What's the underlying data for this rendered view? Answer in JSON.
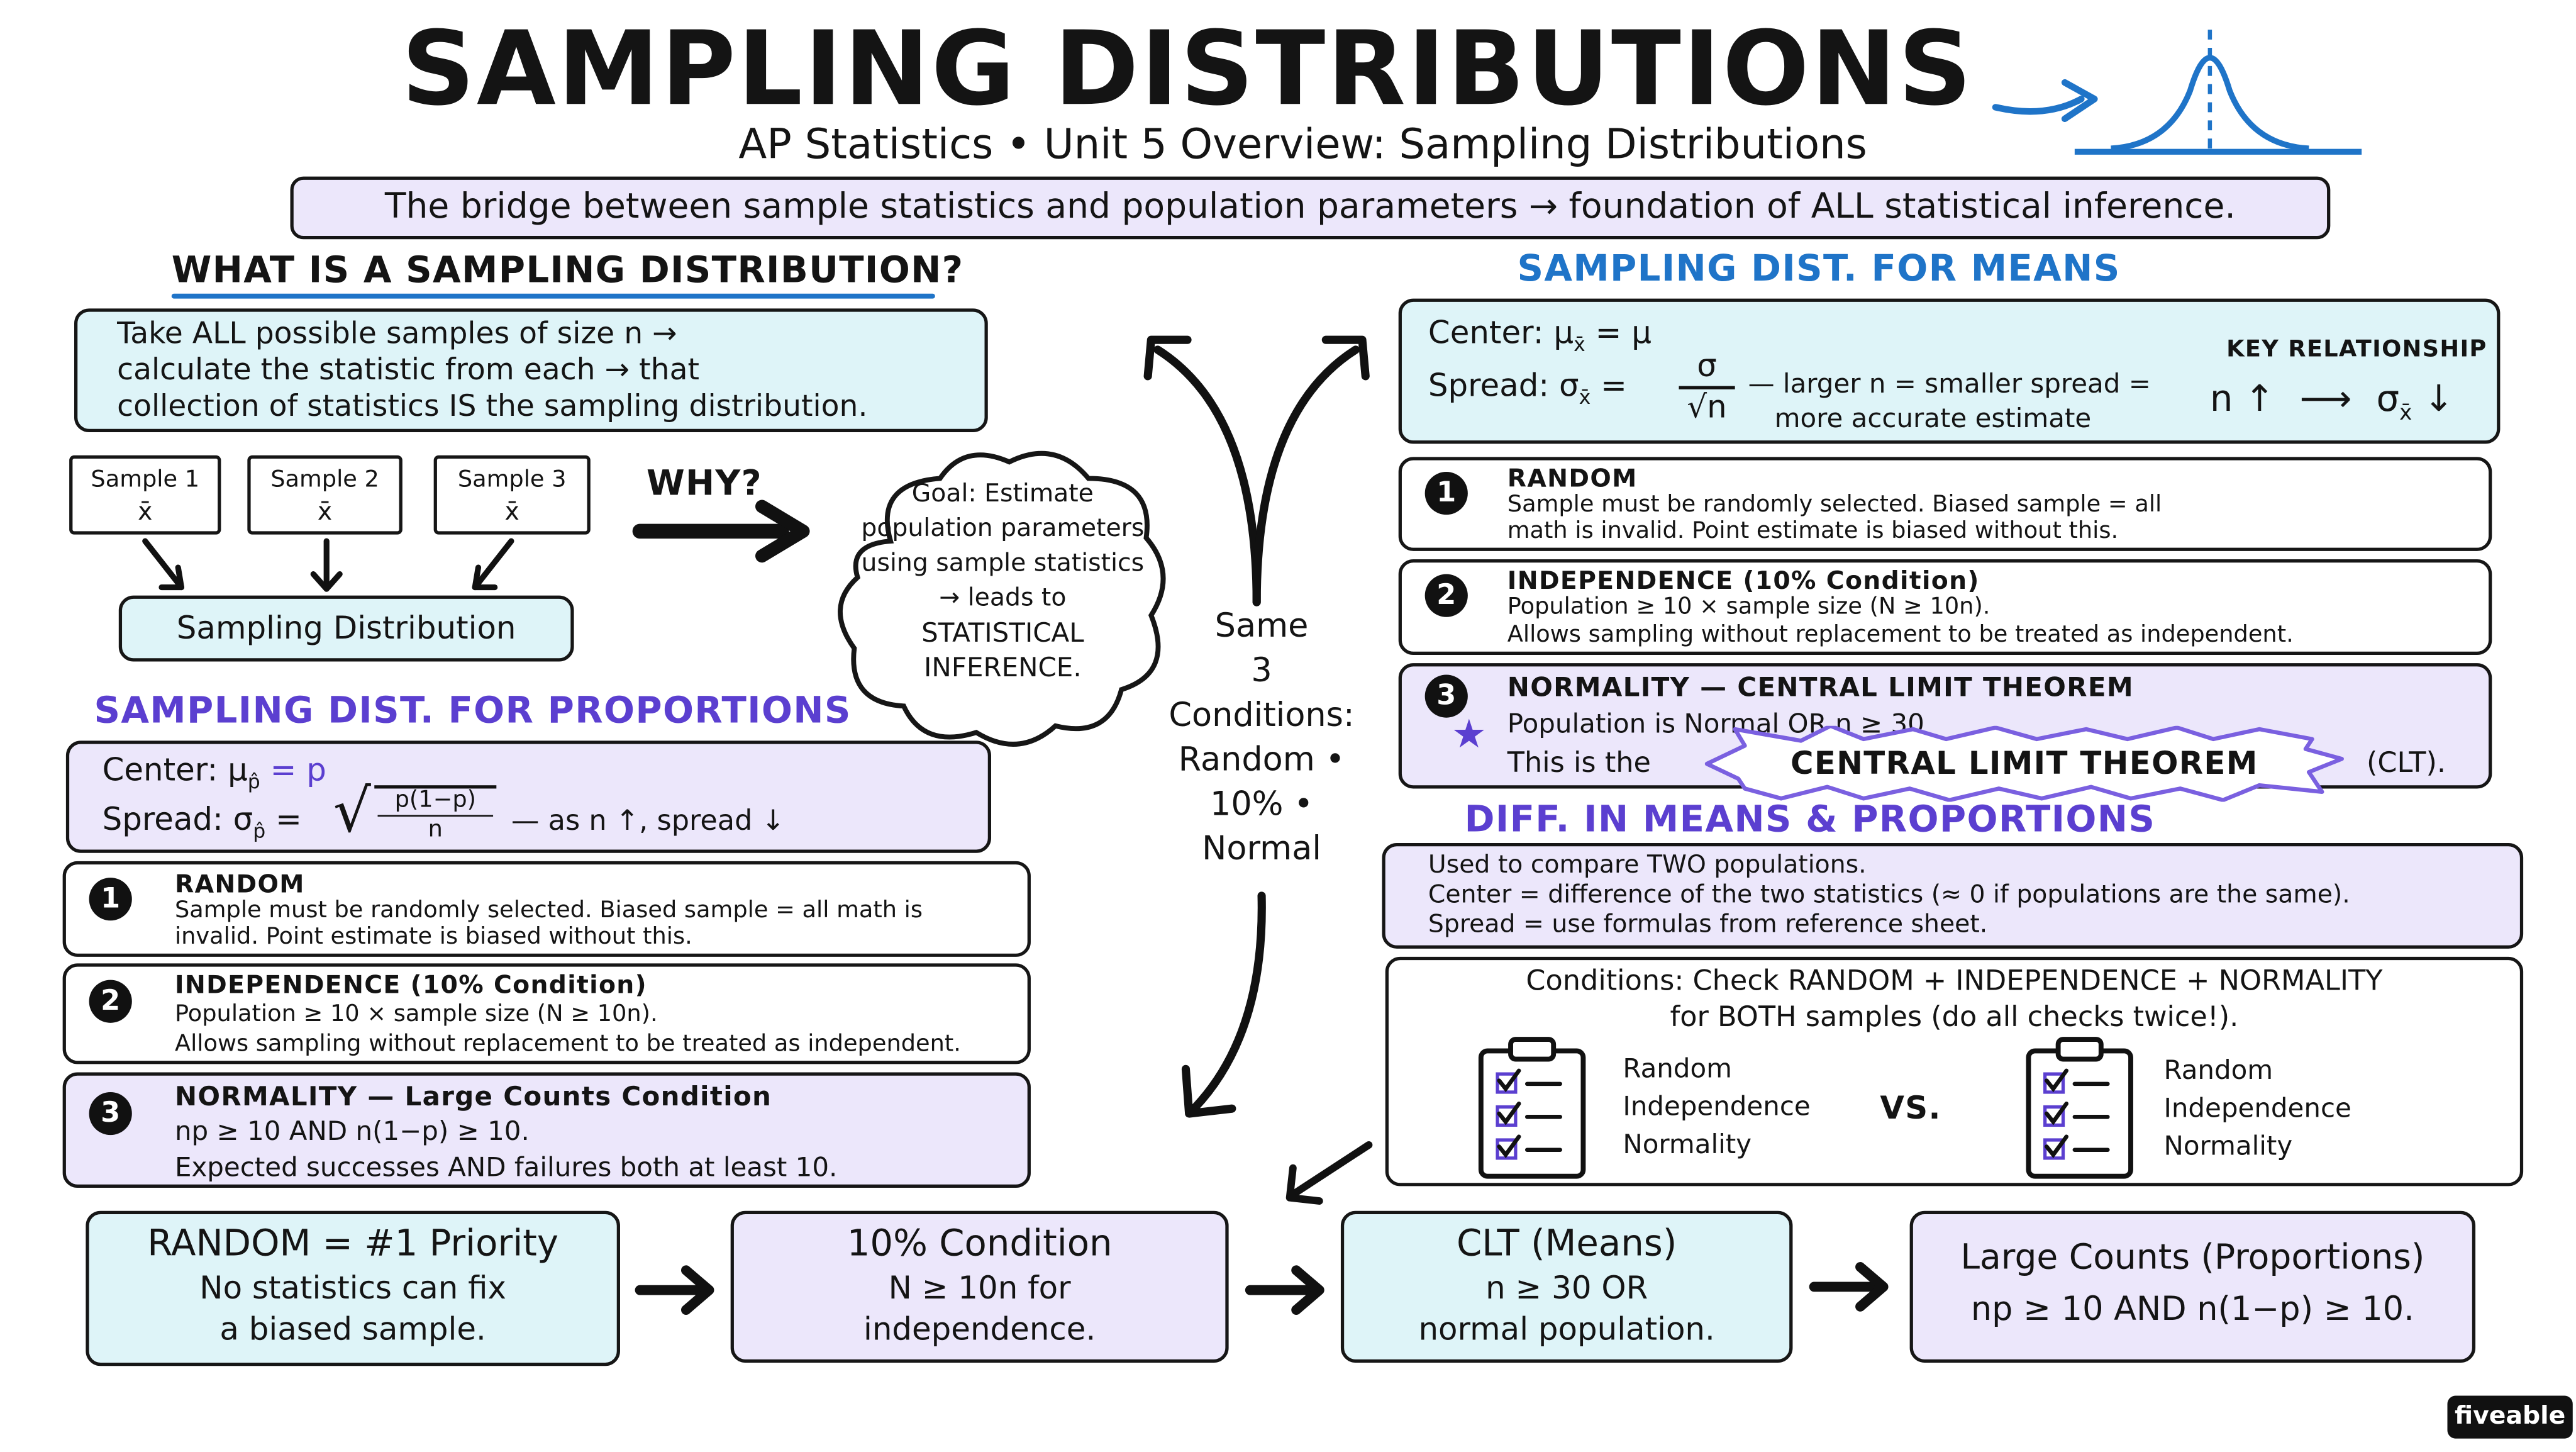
{
  "header": {
    "title": "SAMPLING DISTRIBUTIONS",
    "subtitle": "AP Statistics • Unit 5 Overview: Sampling Distributions",
    "banner": "The bridge between sample statistics and population parameters → foundation of ALL statistical inference."
  },
  "what_is": {
    "heading": "WHAT IS A SAMPLING DISTRIBUTION?",
    "lines": [
      "Take ALL possible samples of size n →",
      "calculate the statistic from each → that",
      "collection of statistics IS the sampling distribution."
    ],
    "samples": [
      {
        "label": "Sample 1",
        "stat": "x̄"
      },
      {
        "label": "Sample 2",
        "stat": "x̄"
      },
      {
        "label": "Sample 3",
        "stat": "x̄"
      }
    ],
    "dist_box": "Sampling Distribution",
    "why": "WHY?",
    "cloud": [
      "Goal: Estimate",
      "population parameters",
      "using sample statistics",
      "→ leads to",
      "STATISTICAL",
      "INFERENCE."
    ]
  },
  "center_note": {
    "lines": [
      "Same",
      "3",
      "Conditions:",
      "Random •",
      "10% •",
      "Normal"
    ]
  },
  "proportions": {
    "heading": "SAMPLING DIST. FOR PROPORTIONS",
    "center_label": "Center:",
    "center_sym": "μ",
    "center_sub": "p̂",
    "center_eq": "= p",
    "spread_label": "Spread:",
    "spread_sym": "σ",
    "spread_sub": "p̂",
    "spread_num": "p(1−p)",
    "spread_den": "n",
    "spread_note": "— as n ↑, spread ↓",
    "conditions": [
      {
        "num": "1",
        "title": "RANDOM",
        "lines": [
          "Sample must be randomly selected. Biased sample = all math is",
          "invalid. Point estimate is biased without this."
        ]
      },
      {
        "num": "2",
        "title": "INDEPENDENCE (10% Condition)",
        "lines": [
          "Population ≥ 10 × sample size (N ≥ 10n).",
          "Allows sampling without replacement to be treated as independent."
        ]
      },
      {
        "num": "3",
        "title": "NORMALITY — Large Counts Condition",
        "lines": [
          "np ≥ 10 AND n(1−p) ≥ 10.",
          "Expected successes AND failures both at least 10."
        ]
      }
    ]
  },
  "means": {
    "heading": "SAMPLING DIST. FOR MEANS",
    "center_label": "Center:",
    "center_sym": "μ",
    "center_sub": "x̄",
    "center_eq": "= μ",
    "spread_label": "Spread:",
    "spread_sym": "σ",
    "spread_sub": "x̄",
    "spread_num": "σ",
    "spread_den": "√n",
    "spread_note": [
      "— larger n = smaller spread =",
      "more accurate estimate"
    ],
    "key_title": "KEY RELATIONSHIP",
    "key_left": "n ↑",
    "key_arrow": "⟶",
    "key_right": "σ",
    "key_right_sub": "x̄",
    "key_right_dir": "↓",
    "conditions": [
      {
        "num": "1",
        "title": "RANDOM",
        "lines": [
          "Sample must be randomly selected. Biased sample = all",
          "math is invalid. Point estimate is biased without this."
        ]
      },
      {
        "num": "2",
        "title": "INDEPENDENCE (10% Condition)",
        "lines": [
          "Population ≥ 10 × sample size (N ≥ 10n).",
          "Allows sampling without replacement to be treated as independent."
        ]
      },
      {
        "num": "3",
        "title": "NORMALITY — CENTRAL LIMIT THEOREM",
        "lines": [
          "Population is Normal OR n ≥ 30"
        ],
        "clt_prefix": "This is the",
        "clt_badge": "CENTRAL LIMIT THEOREM",
        "clt_suffix": "(CLT)."
      }
    ]
  },
  "diff": {
    "heading": "DIFF. IN MEANS & PROPORTIONS",
    "lines": [
      "Used to compare TWO populations.",
      "Center = difference of the two statistics (≈ 0 if populations are the same).",
      "Spread = use formulas from reference sheet."
    ],
    "cond_lines": [
      "Conditions: Check RANDOM + INDEPENDENCE + NORMALITY",
      "for BOTH samples (do all checks twice!)."
    ],
    "checklist": [
      "Random",
      "Independence",
      "Normality"
    ],
    "vs": "VS."
  },
  "summary": [
    {
      "title": "RANDOM = #1 Priority",
      "lines": [
        "No statistics can fix",
        "a biased sample."
      ]
    },
    {
      "title": "10% Condition",
      "lines": [
        "N ≥ 10n for",
        "independence."
      ]
    },
    {
      "title": "CLT (Means)",
      "lines": [
        "n ≥ 30 OR",
        "normal population."
      ]
    },
    {
      "title": "Large Counts (Proportions)",
      "lines": [
        "np ≥ 10 AND n(1−p) ≥ 10."
      ]
    }
  ],
  "brand": "fiveable",
  "colors": {
    "lavender": "#ece7fb",
    "cyan": "#def4f8",
    "purple": "#5b3fd0",
    "blue": "#1f74c8"
  }
}
